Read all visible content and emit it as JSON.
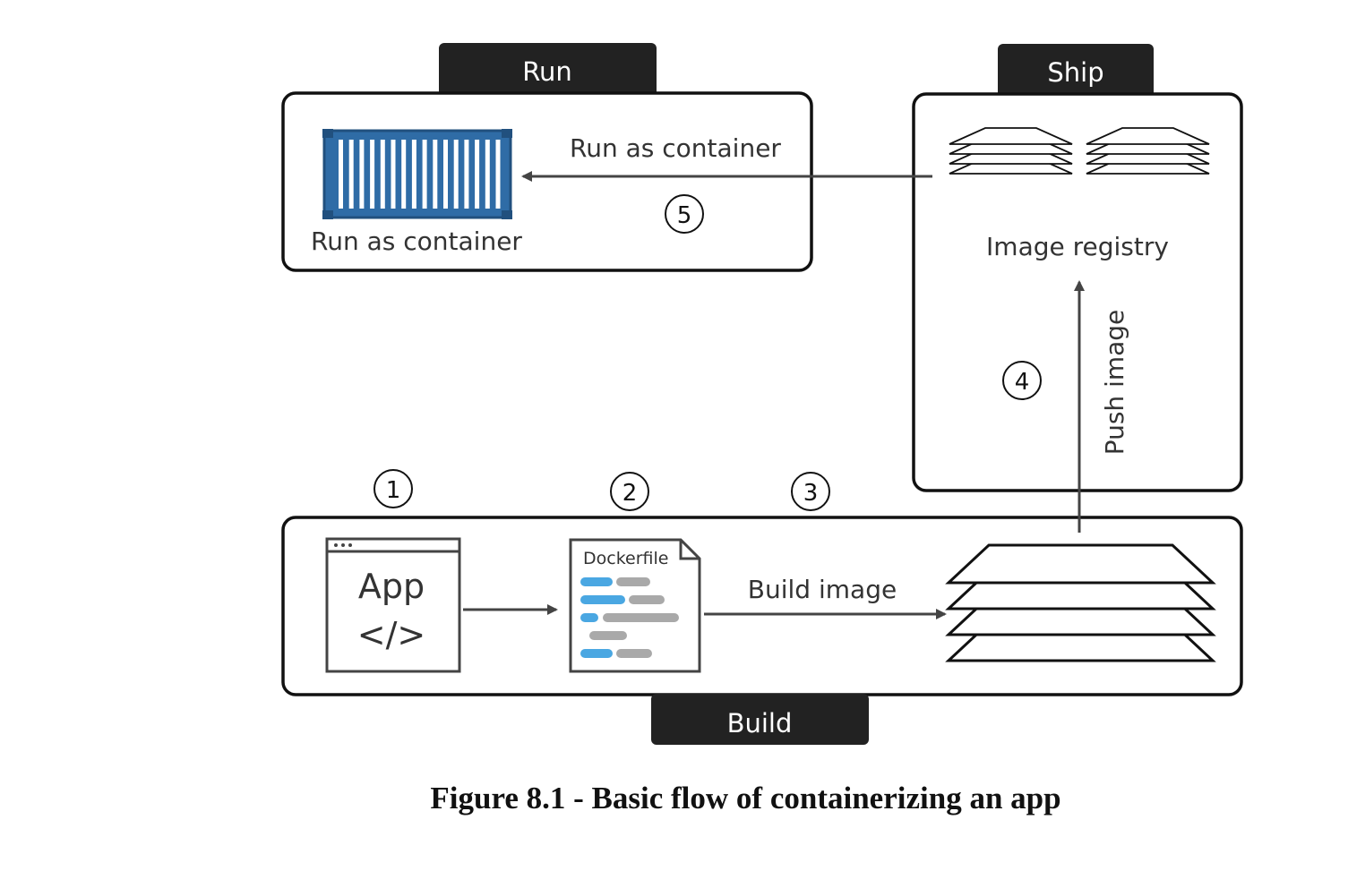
{
  "sections": {
    "run": {
      "title": "Run",
      "arrow_label": "Run as container",
      "icon_label": "Run as container",
      "icon": "shipping-container-icon"
    },
    "ship": {
      "title": "Ship",
      "label": "Image registry",
      "icon": "image-layers-icon"
    },
    "build": {
      "title": "Build",
      "app_title": "App",
      "app_code": "</>",
      "dockerfile_label": "Dockerfile",
      "build_label": "Build image",
      "icon": "code-window-icon"
    }
  },
  "push_label": "Push image",
  "steps": [
    "1",
    "2",
    "3",
    "4",
    "5"
  ],
  "colors": {
    "tab": "#222222",
    "container": "#2f6ca6",
    "code_blue": "#4aa7e2",
    "code_gray": "#a9a9a9"
  },
  "caption": "Figure 8.1 - Basic flow of containerizing an app"
}
